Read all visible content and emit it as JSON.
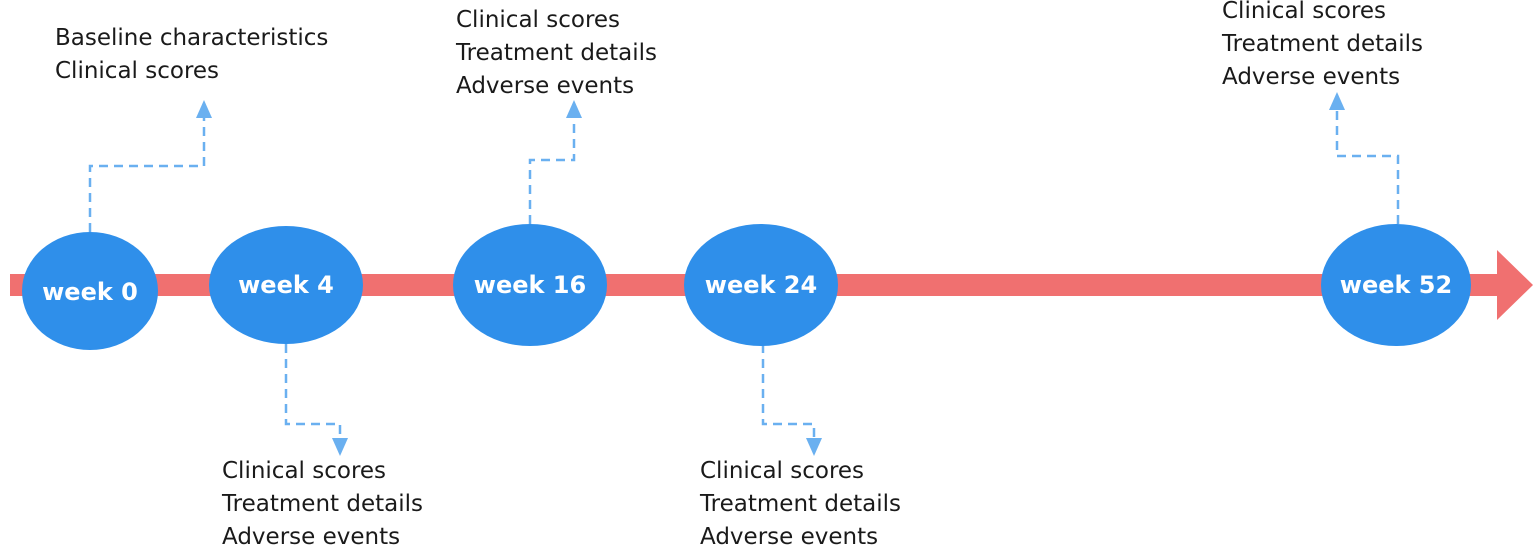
{
  "timeline": {
    "colors": {
      "axis": "#f07070",
      "node": "#2f8fea",
      "connector": "#6ab0f0",
      "node_text": "#ffffff"
    },
    "nodes": [
      {
        "label": "week 0"
      },
      {
        "label": "week 4"
      },
      {
        "label": "week 16"
      },
      {
        "label": "week 24"
      },
      {
        "label": "week 52"
      }
    ]
  },
  "notes": {
    "week0": [
      "Baseline characteristics",
      "Clinical scores"
    ],
    "week4": [
      "Clinical scores",
      "Treatment details",
      "Adverse events"
    ],
    "week16": [
      "Clinical scores",
      "Treatment details",
      "Adverse events"
    ],
    "week24": [
      "Clinical scores",
      "Treatment details",
      "Adverse events"
    ],
    "week52": [
      "Clinical scores",
      "Treatment details",
      "Adverse events"
    ]
  }
}
